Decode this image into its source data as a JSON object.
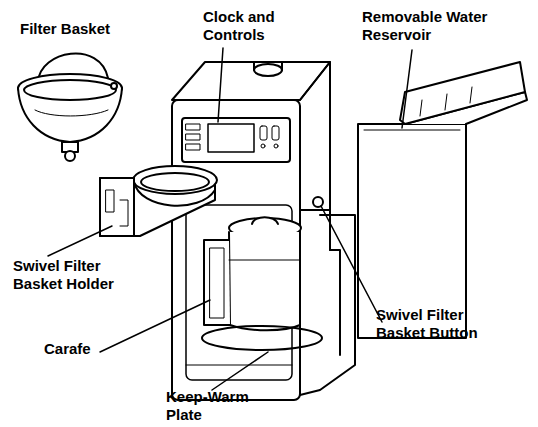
{
  "diagram": {
    "labels": [
      "Filter Basket",
      "Clock and Controls",
      "Removable Water Reservoir",
      "Swivel Filter Basket Holder",
      "Carafe",
      "Swivel Filter Basket Button",
      "Keep-Warm Plate"
    ]
  }
}
